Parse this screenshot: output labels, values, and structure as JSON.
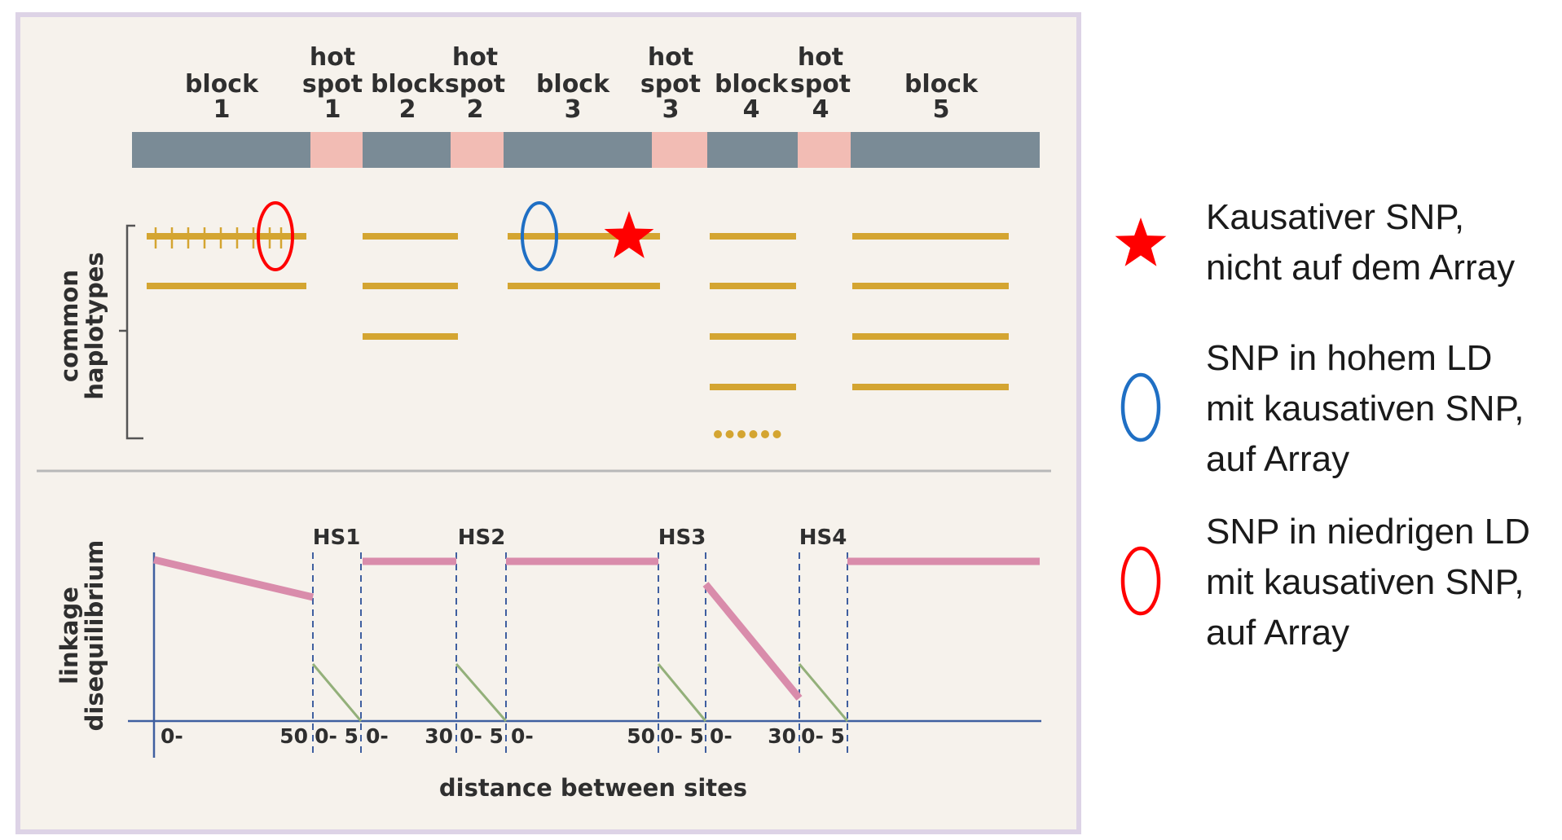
{
  "segments": [
    {
      "type": "block",
      "lines": [
        "block",
        "1"
      ]
    },
    {
      "type": "hotspot",
      "lines": [
        "hot",
        "spot",
        "1"
      ]
    },
    {
      "type": "block",
      "lines": [
        "block",
        "2"
      ]
    },
    {
      "type": "hotspot",
      "lines": [
        "hot",
        "spot",
        "2"
      ]
    },
    {
      "type": "block",
      "lines": [
        "block",
        "3"
      ]
    },
    {
      "type": "hotspot",
      "lines": [
        "hot",
        "spot",
        "3"
      ]
    },
    {
      "type": "block",
      "lines": [
        "block",
        "4"
      ]
    },
    {
      "type": "hotspot",
      "lines": [
        "hot",
        "spot",
        "4"
      ]
    },
    {
      "type": "block",
      "lines": [
        "block",
        "5"
      ]
    }
  ],
  "haplotype_axis_label": [
    "common",
    "haplotypes"
  ],
  "haplotype_counts": [
    2,
    3,
    2,
    4,
    4
  ],
  "haplotype_more_in_block": 4,
  "ld_axis_label": [
    "linkage",
    "disequilibrium"
  ],
  "x_axis_label": "distance between sites",
  "hotspot_labels": [
    "HS1",
    "HS2",
    "HS3",
    "HS4"
  ],
  "tick_labels": {
    "block1_start": "0-",
    "block1_end": "50",
    "hs1": "0- 5",
    "block2_start": "0-",
    "block2_end": "30",
    "hs2": "0- 5",
    "block3_start": "0-",
    "block3_end": "50",
    "hs3": "0- 5",
    "block4_start": "0-",
    "block4_end": "30",
    "hs4": "0- 5"
  },
  "colors": {
    "block": "#7a8b96",
    "hotspot": "#f2bcb4",
    "haplotype": "#d4a531",
    "ld_block": "#d98cab",
    "ld_hotspot": "#93b07a",
    "axis": "#3f5fa0",
    "causal_star": "#ff0000",
    "high_ld_marker": "#1f6fc4",
    "low_ld_marker": "#ff0000",
    "panel_bg": "#f6f2ec",
    "panel_border": "#ddd3e6"
  },
  "legend": {
    "causal": {
      "icon": "star-icon",
      "lines": [
        "Kausativer SNP,",
        "nicht auf dem Array"
      ]
    },
    "high_ld": {
      "icon": "blue-ellipse-icon",
      "lines": [
        "SNP in hohem LD",
        "mit kausativen SNP,",
        "auf Array"
      ]
    },
    "low_ld": {
      "icon": "red-ellipse-icon",
      "lines": [
        "SNP in niedrigen LD",
        "mit kausativen SNP,",
        "auf Array"
      ]
    }
  }
}
